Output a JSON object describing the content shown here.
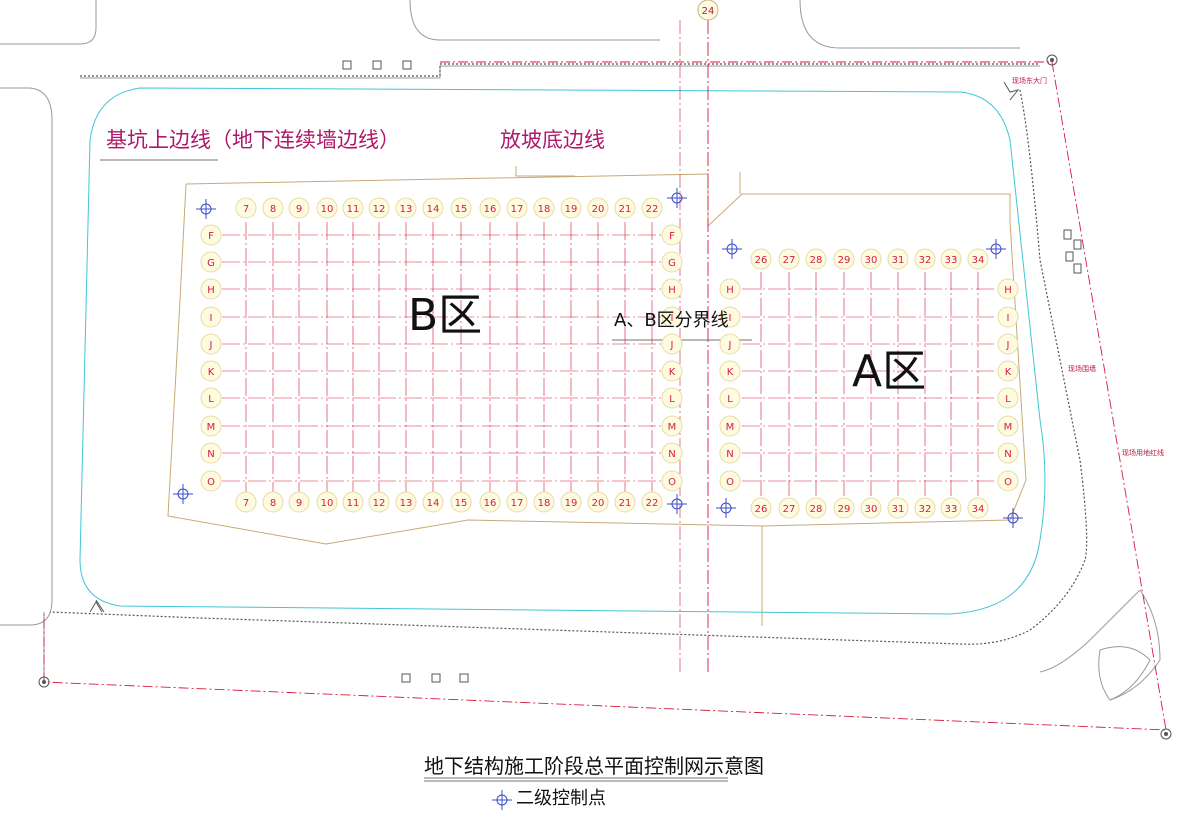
{
  "labels": {
    "pit_edge": "基坑上边线（地下连续墙边线）",
    "slope_bottom": "放坡底边线",
    "zone_b": "B区",
    "zone_a": "A区",
    "boundary": "A、B区分界线",
    "top_axis": "24",
    "gate": "现场东大门",
    "fence": "现场围墙",
    "red_line": "现场用地红线"
  },
  "title": "地下结构施工阶段总平面控制网示意图",
  "legend": {
    "icon": "control-point-crosshair-icon",
    "label": "二级控制点"
  },
  "grid_b": {
    "columns": [
      "7",
      "8",
      "9",
      "10",
      "11",
      "12",
      "13",
      "14",
      "15",
      "16",
      "17",
      "18",
      "19",
      "20",
      "21",
      "22"
    ],
    "rows": [
      "F",
      "G",
      "H",
      "I",
      "J",
      "K",
      "L",
      "M",
      "N",
      "O"
    ]
  },
  "grid_a": {
    "columns": [
      "26",
      "27",
      "28",
      "29",
      "30",
      "31",
      "32",
      "33",
      "34"
    ],
    "rows": [
      "H",
      "I",
      "J",
      "K",
      "L",
      "M",
      "N",
      "O"
    ]
  },
  "colors": {
    "axis_red": "#d81b3c",
    "label_pink": "#b0196b",
    "cyan": "#3fc6d6",
    "tan": "#c8a878",
    "control_blue": "#3a4cc8",
    "gray": "#7a7a7a",
    "bubble_fill": "#fffbe0"
  }
}
